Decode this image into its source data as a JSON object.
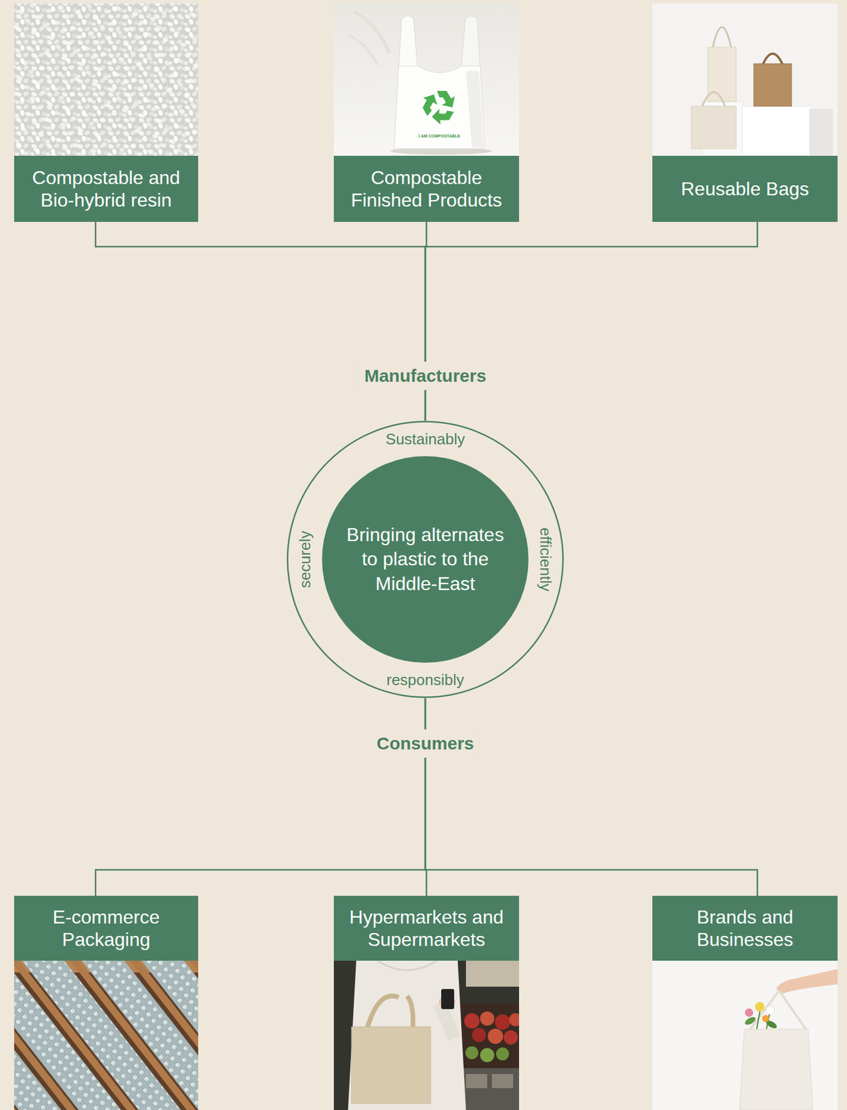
{
  "diagram": {
    "nodes": [
      {
        "text": [
          "Compostable and Bio-hybrid resin"
        ]
      },
      {
        "text": [
          "Compostable Finished Products"
        ]
      },
      {
        "text": [
          "Reusable Bags"
        ]
      },
      {
        "text": [
          "Sustainably",
          "efficiently",
          "responsibly",
          "securely"
        ]
      },
      {
        "text": [
          "Bringing alternates to plastic to the Middle-East"
        ],
        "in": 3
      },
      {
        "text": [
          "E-commerce Packaging"
        ]
      },
      {
        "text": [
          "Hypermarkets and Supermarkets"
        ]
      },
      {
        "text": [
          "Brands and Businesses"
        ]
      }
    ],
    "edges": [
      {
        "from": 0,
        "to": 3,
        "arrow": "none"
      },
      {
        "from": 1,
        "to": 3,
        "arrow": "none"
      },
      {
        "from": 2,
        "to": 3,
        "arrow": "none"
      },
      {
        "from": 3,
        "to": 5,
        "arrow": "none"
      },
      {
        "from": 3,
        "to": 6,
        "arrow": "none"
      },
      {
        "from": 3,
        "to": 7,
        "arrow": "none"
      }
    ],
    "labels": [
      "Manufacturers",
      "Consumers",
      "I AM COMPOSTABLE"
    ]
  }
}
